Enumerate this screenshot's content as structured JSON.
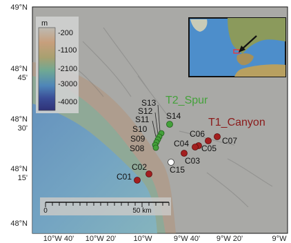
{
  "axes": {
    "lat_ticks": [
      "49°N",
      "48°N\n45'",
      "48°N\n30'",
      "48°N\n15'",
      "48°N"
    ],
    "lon_ticks": [
      "10°W 40'",
      "10°W 20'",
      "10°W",
      "9°W 40'",
      "9°W 20'",
      "9°W"
    ]
  },
  "legend": {
    "unit": "m",
    "ticks": [
      "-200",
      "-1100",
      "-2100",
      "-3000",
      "-4000"
    ],
    "colors": [
      "#b9b6ae",
      "#c8a483",
      "#8da078",
      "#5f9fae",
      "#4668aa",
      "#313b83"
    ]
  },
  "groups": {
    "spur": {
      "label": "T2_Spur",
      "color": "#44a13a"
    },
    "canyon": {
      "label": "T1_Canyon",
      "color": "#8b1a1a"
    }
  },
  "sites": {
    "spur": [
      "S13",
      "S12",
      "S14",
      "S11",
      "S10",
      "S09",
      "S08"
    ],
    "canyon": [
      "C06",
      "C07",
      "C04",
      "C05",
      "C03",
      "C15",
      "C02",
      "C01"
    ]
  },
  "scale_bar": {
    "left_label": "0",
    "right_label": "50 km"
  },
  "inset": {
    "description_icon": "location-arrow-icon"
  }
}
